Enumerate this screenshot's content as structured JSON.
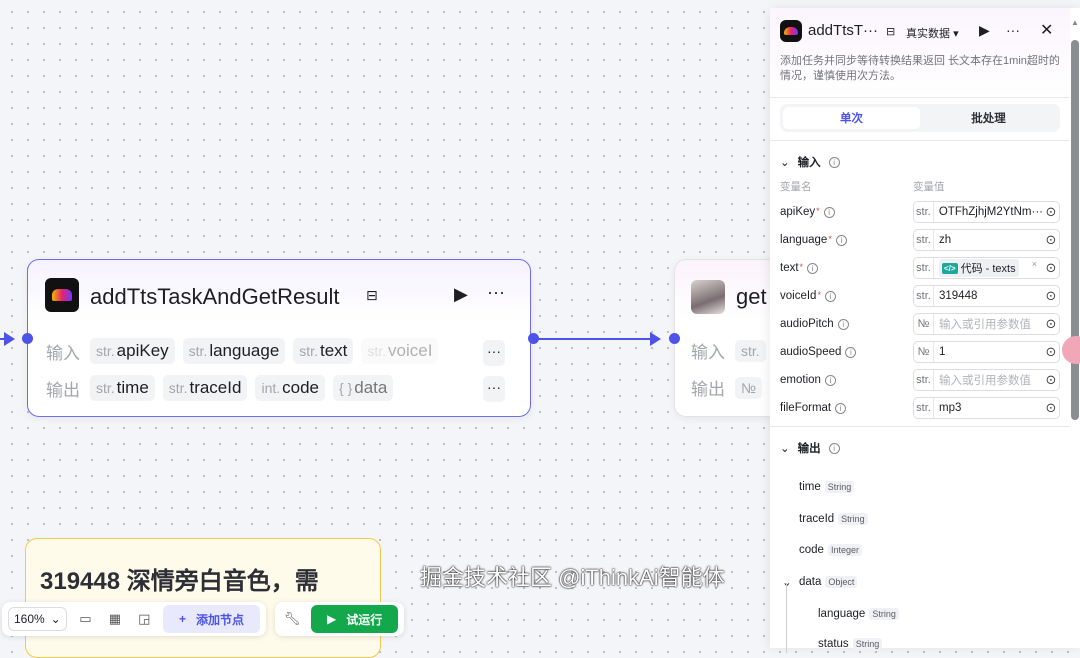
{
  "canvas": {
    "node1": {
      "title": "addTtsTaskAndGetResult",
      "input_label": "输入",
      "output_label": "输出",
      "inputs": [
        {
          "type": "str.",
          "name": "apiKey"
        },
        {
          "type": "str.",
          "name": "language"
        },
        {
          "type": "str.",
          "name": "text"
        },
        {
          "type": "str.",
          "name": "voiceI"
        }
      ],
      "outputs": [
        {
          "type": "str.",
          "name": "time"
        },
        {
          "type": "str.",
          "name": "traceId"
        },
        {
          "type": "int.",
          "name": "code"
        },
        {
          "type": "{ }",
          "name": "data"
        }
      ]
    },
    "node2": {
      "title": "get",
      "input_label": "输入",
      "output_label": "输出",
      "input_type": "str.",
      "output_type": "№"
    },
    "note": {
      "text": "319448 深情旁白音色，需"
    }
  },
  "toolbar": {
    "zoom": "160%",
    "add_node": "添加节点",
    "run": "试运行"
  },
  "panel": {
    "title": "addTtsT···",
    "data_mode": "真实数据",
    "description": "添加任务并同步等待转换结果返回 长文本存在1min超时的情况，谨慎使用次方法。",
    "tabs": [
      "单次",
      "批处理"
    ],
    "input_section": "输入",
    "col_name": "变量名",
    "col_value": "变量值",
    "params": [
      {
        "name": "apiKey",
        "required": true,
        "type": "str.",
        "value": "OTFhZjhjM2YtNm···"
      },
      {
        "name": "language",
        "required": true,
        "type": "str.",
        "value": "zh"
      },
      {
        "name": "text",
        "required": true,
        "type": "str.",
        "ref": "代码 - texts"
      },
      {
        "name": "voiceId",
        "required": true,
        "type": "str.",
        "value": "319448"
      },
      {
        "name": "audioPitch",
        "required": false,
        "type": "№",
        "placeholder": "输入或引用参数值"
      },
      {
        "name": "audioSpeed",
        "required": false,
        "type": "№",
        "value": "1"
      },
      {
        "name": "emotion",
        "required": false,
        "type": "str.",
        "placeholder": "输入或引用参数值"
      },
      {
        "name": "fileFormat",
        "required": false,
        "type": "str.",
        "value": "mp3"
      }
    ],
    "output_section": "输出",
    "outputs": [
      {
        "name": "time",
        "type": "String"
      },
      {
        "name": "traceId",
        "type": "String"
      },
      {
        "name": "code",
        "type": "Integer"
      },
      {
        "name": "data",
        "type": "Object"
      },
      {
        "name": "language",
        "type": "String"
      },
      {
        "name": "status",
        "type": "String"
      }
    ]
  },
  "watermark": "掘金技术社区 @iThinkAi智能体"
}
